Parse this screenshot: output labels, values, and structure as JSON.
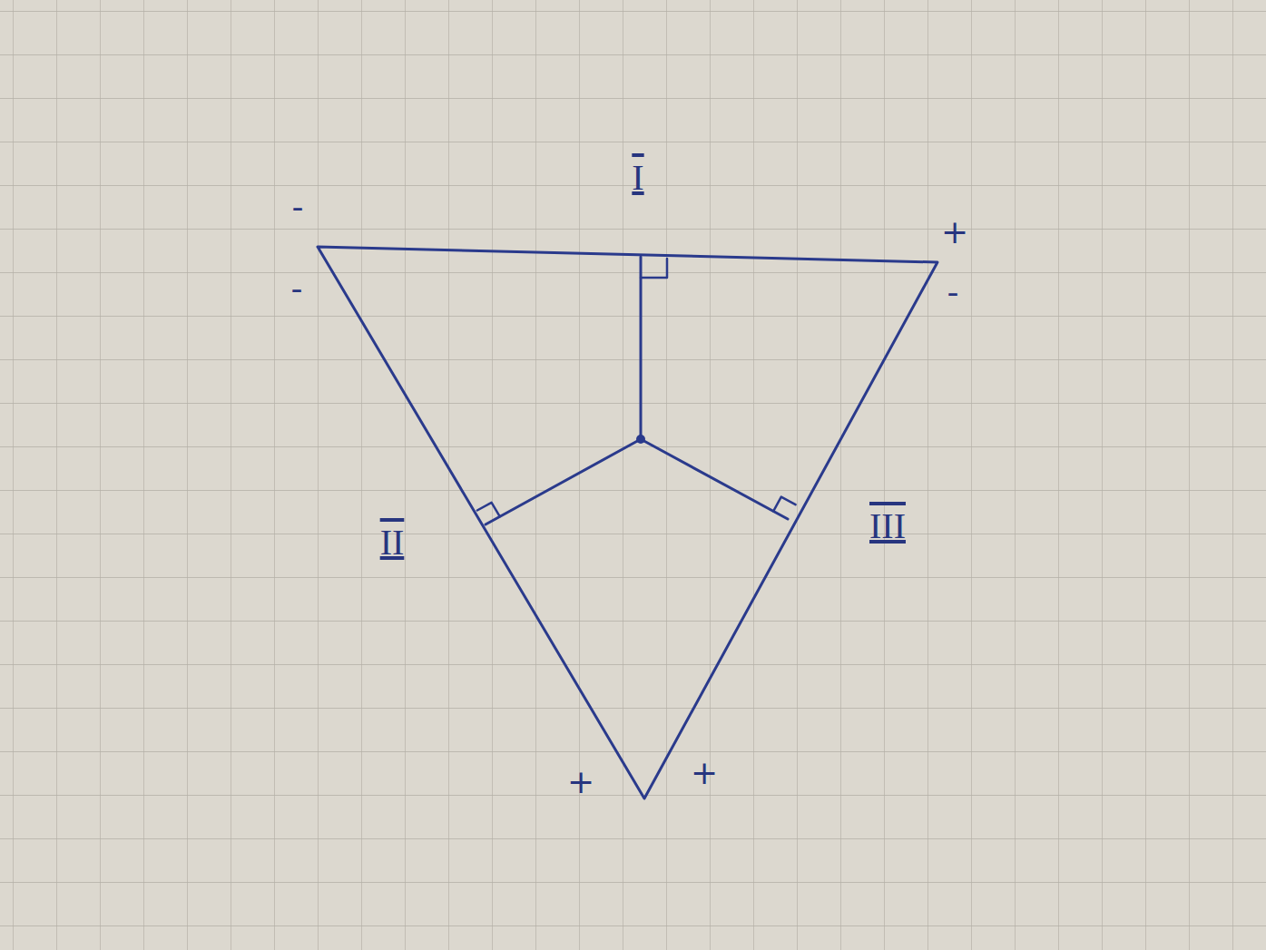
{
  "diagram": {
    "labels": [
      "I",
      "-",
      "+",
      "-",
      "-",
      "II",
      "III",
      "+",
      "+"
    ]
  }
}
